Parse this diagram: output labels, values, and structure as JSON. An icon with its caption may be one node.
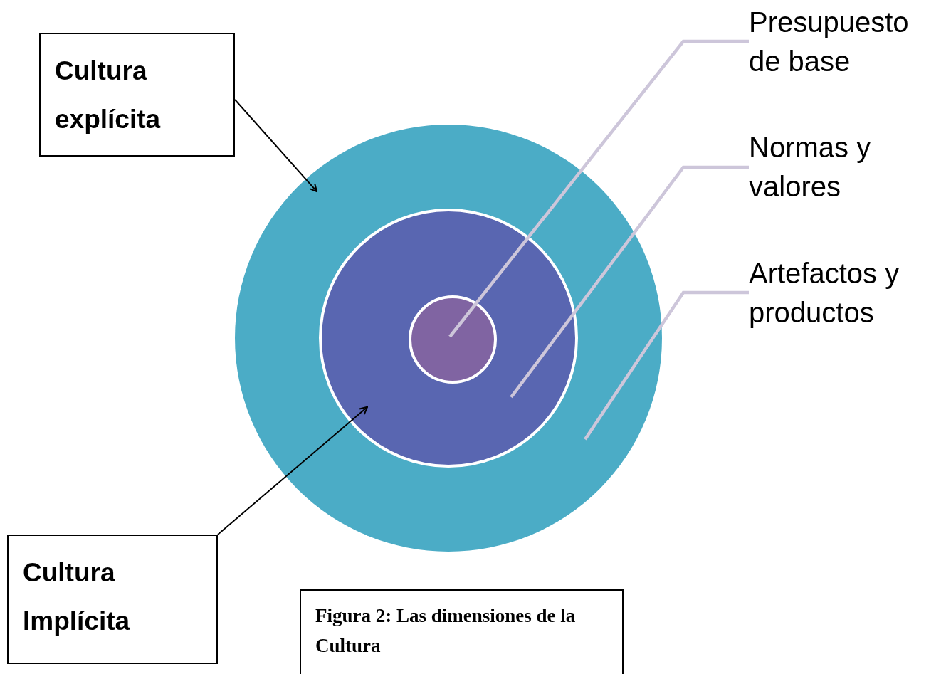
{
  "diagram": {
    "caption": "Figura 2: Las dimensiones de la Cultura",
    "nodes": [
      {
        "text": [
          "Cultura explícita"
        ]
      },
      {
        "text": [
          "Presupuesto de base"
        ]
      },
      {
        "text": [
          "Normas y valores"
        ]
      },
      {
        "text": [
          "Artefactos y productos"
        ]
      },
      {
        "text": [],
        "shape": "circle"
      },
      {
        "text": [],
        "shape": "circle",
        "in": 4
      },
      {
        "text": [],
        "shape": "circle",
        "in": 5
      },
      {
        "text": [
          "Cultura Implícita"
        ]
      }
    ],
    "edges": [
      {
        "from": 0,
        "to": 4,
        "arrow": "to",
        "color": "#000000"
      },
      {
        "from": 7,
        "to": 5,
        "arrow": "to",
        "color": "#000000"
      },
      {
        "from": 1,
        "to": 6,
        "arrow": "none"
      },
      {
        "from": 2,
        "to": 5,
        "arrow": "none"
      },
      {
        "from": 3,
        "to": 4,
        "arrow": "none"
      }
    ]
  }
}
